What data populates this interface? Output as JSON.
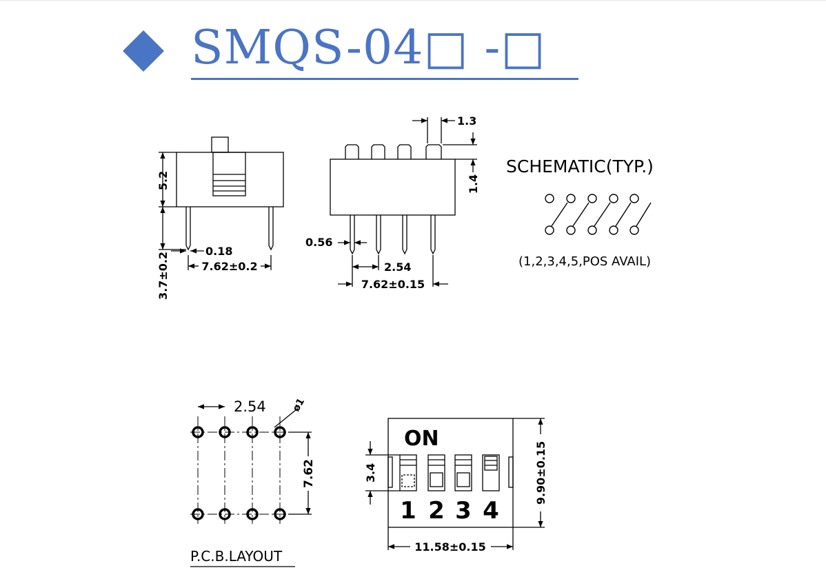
{
  "title": "SMQS-04□ -□",
  "colors": {
    "accent": "#4a74c4",
    "line": "#000000"
  },
  "icons": {
    "header_marker": "diamond-icon"
  },
  "side_view": {
    "dim_height": "5.2",
    "dim_pin_length": "3.7±0.2",
    "dim_pin_width": "0.18",
    "dim_pitch_width": "7.62±0.2"
  },
  "front_view": {
    "dim_top": "1.3",
    "dim_actuator_height": "1.4",
    "dim_pin_dia": "0.56",
    "dim_pitch": "2.54",
    "dim_overall_pitch": "7.62±0.15"
  },
  "schematic": {
    "title": "SCHEMATIC(TYP.)",
    "note": "(1,2,3,4,5,POS AVAIL)"
  },
  "pcb_layout": {
    "pitch": "2.54",
    "hole": "ø1",
    "row_spacing": "7.62",
    "caption": "P.C.B.LAYOUT"
  },
  "top_view": {
    "on_label": "ON",
    "switch_numbers": [
      "1",
      "2",
      "3",
      "4"
    ],
    "dim_actuator": "3.4",
    "dim_height": "9.90±0.15",
    "dim_width": "11.58±0.15"
  }
}
